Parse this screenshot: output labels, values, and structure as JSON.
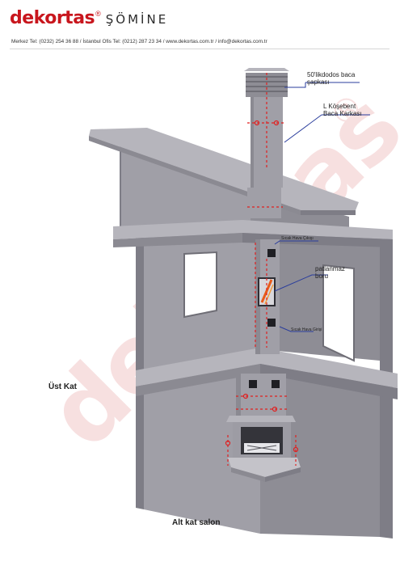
{
  "header": {
    "brand_name": "dekortas",
    "brand_registered": "®",
    "brand_subtitle": "ŞÖMİNE",
    "contact_line": "Merkez Tel: (0232) 254 36 88  /  İstanbul Ofis Tel: (0212) 287 23 34  /  www.dekortas.com.tr  /  info@dekortas.com.tr"
  },
  "callouts": {
    "cap": "50'likdodos baca\nşapkası",
    "frame": "L Köşebent\nBaca Karkası",
    "hot_air_out": "Sıcak Hava Çıkışı",
    "insulated_pipe": "patlanmaz\nboru",
    "hot_air_in": "Sıcak Hava Girişi"
  },
  "floors": {
    "upper": "Üst Kat",
    "lower": "Alt kat salon"
  },
  "watermark": {
    "text": "dekortas",
    "registered": "®"
  },
  "colors": {
    "brand_red": "#c8161d",
    "wall": "#9d9ca4",
    "wall_dark": "#7e7d86",
    "slab": "#aeadb4",
    "annotation_red": "#e02020",
    "leader_blue": "#2a3d9c"
  }
}
